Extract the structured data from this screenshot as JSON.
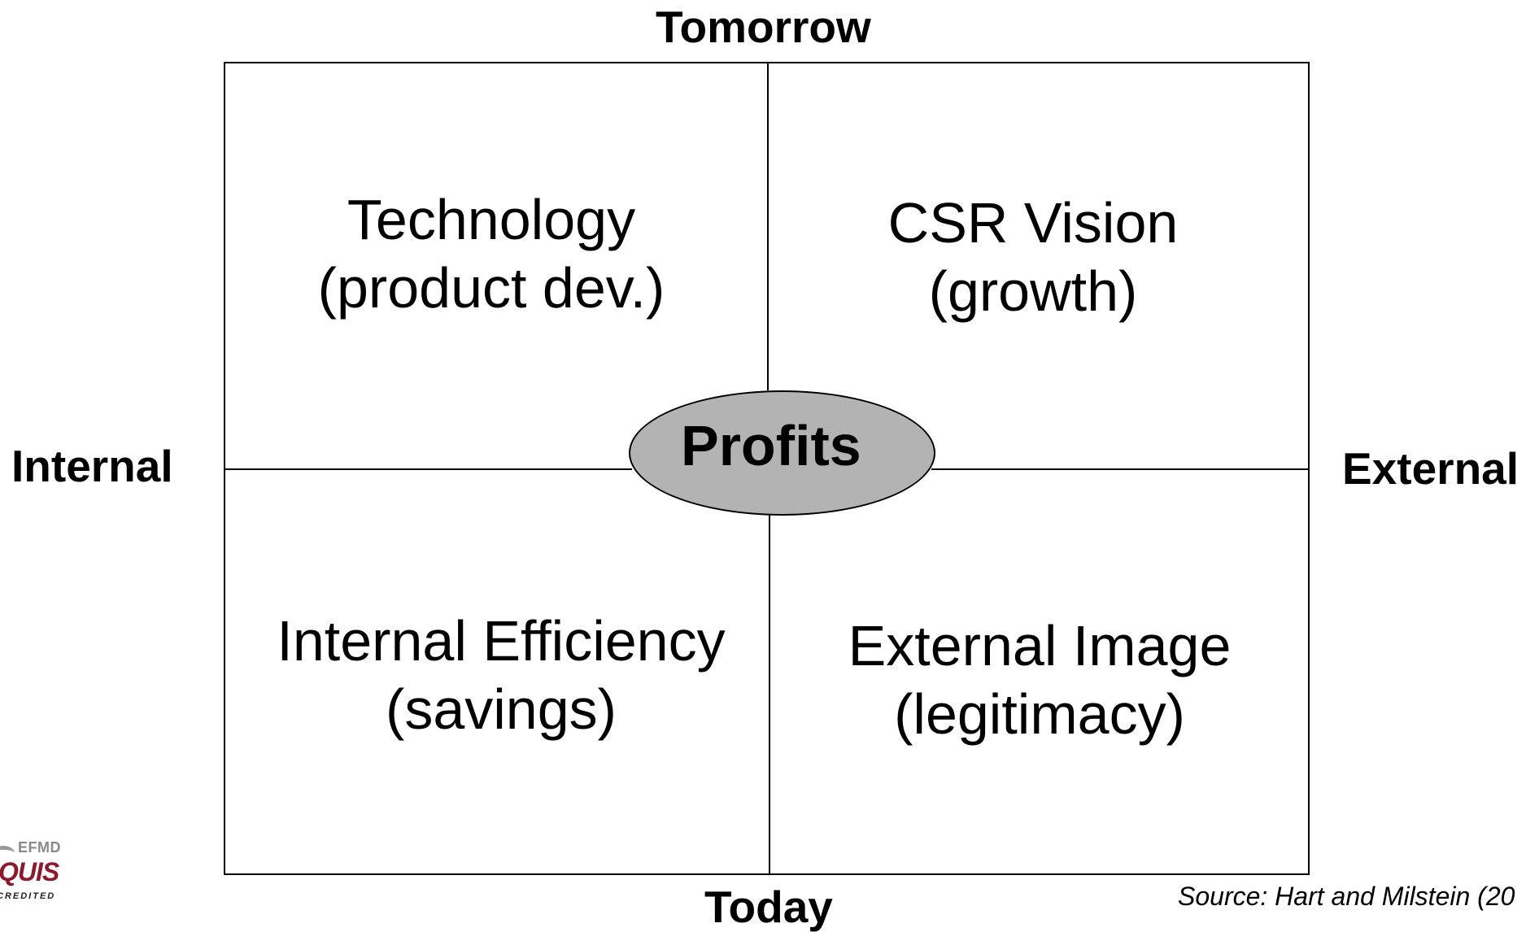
{
  "axes": {
    "top": "Tomorrow",
    "bottom": "Today",
    "left": "Internal",
    "right": "External"
  },
  "quadrants": {
    "top_left": {
      "line1": "Technology",
      "line2": "(product dev.)"
    },
    "top_right": {
      "line1": "CSR Vision",
      "line2": "(growth)"
    },
    "bottom_left": {
      "line1": "Internal Efficiency",
      "line2": "(savings)"
    },
    "bottom_right": {
      "line1": "External Image",
      "line2": "(legitimacy)"
    }
  },
  "center": {
    "label": "Profits",
    "fill_color": "#b3b3b3"
  },
  "source": "Source: Hart and Milstein (20",
  "logo": {
    "top_text": "EFMD",
    "main_text": "QUIS",
    "sub_text": "CREDITED",
    "brand_color": "#8b1a2f"
  }
}
